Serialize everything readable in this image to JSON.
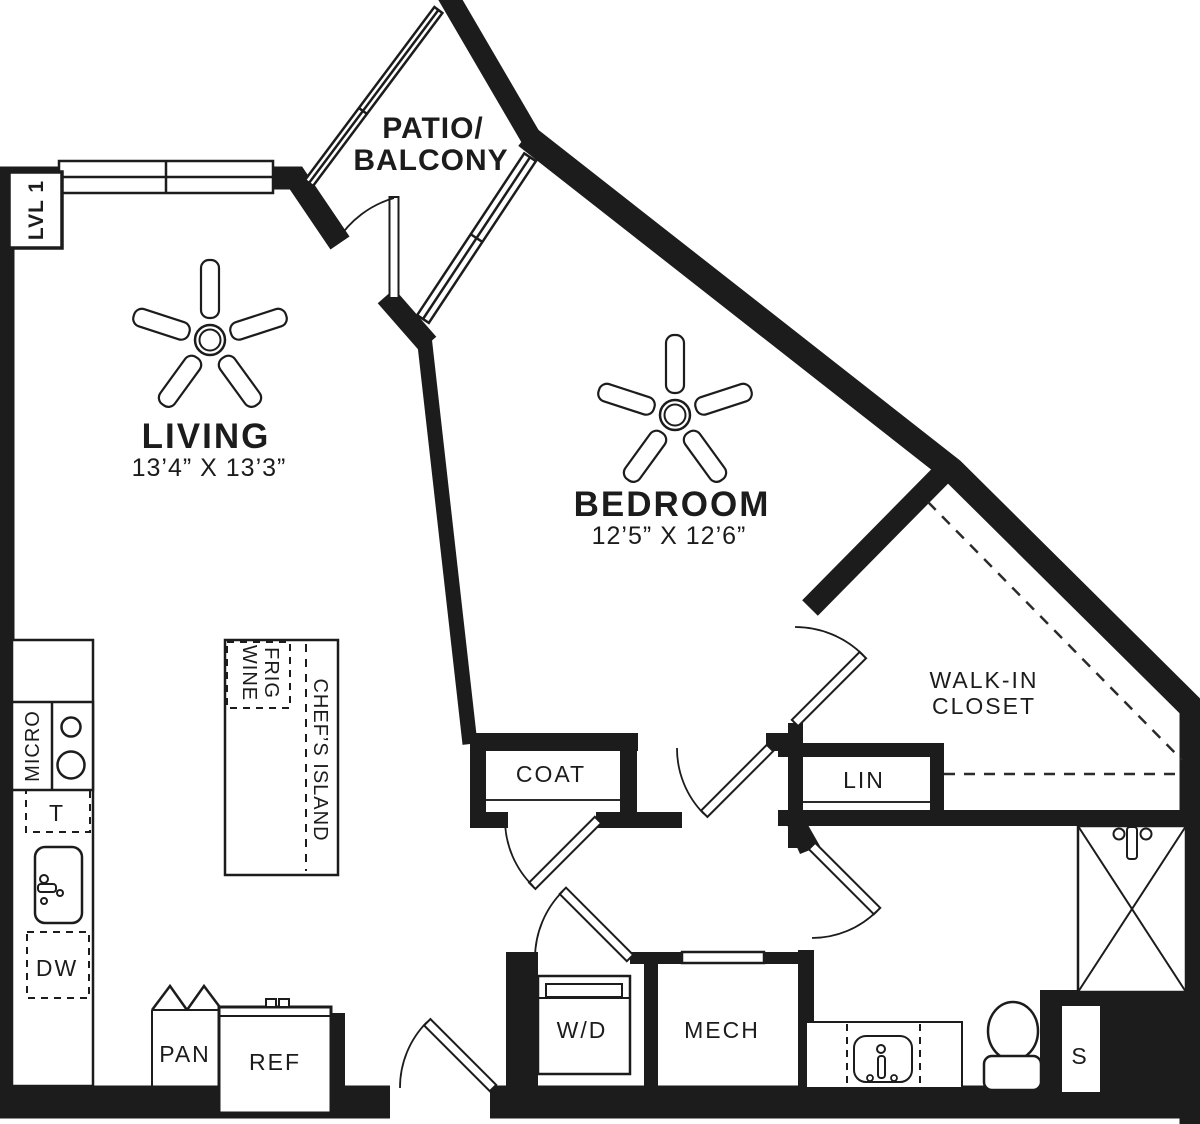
{
  "colors": {
    "ink": "#1c1c1c",
    "background": "#ffffff"
  },
  "labels": {
    "level": "LVL 1",
    "patio1": "PATIO/",
    "patio2": "BALCONY",
    "living_name": "LIVING",
    "living_dims": "13’4” X 13’3”",
    "bedroom_name": "BEDROOM",
    "bedroom_dims": "12’5” X 12’6”",
    "walkin1": "WALK-IN",
    "walkin2": "CLOSET",
    "coat": "COAT",
    "lin": "LIN",
    "micro": "MICRO",
    "trash": "T",
    "dw": "DW",
    "pan": "PAN",
    "ref": "REF",
    "wd": "W/D",
    "mech": "MECH",
    "shower_seat": "S",
    "wine1": "WINE",
    "wine2": "FRIG",
    "island": "CHEF’S ISLAND"
  }
}
